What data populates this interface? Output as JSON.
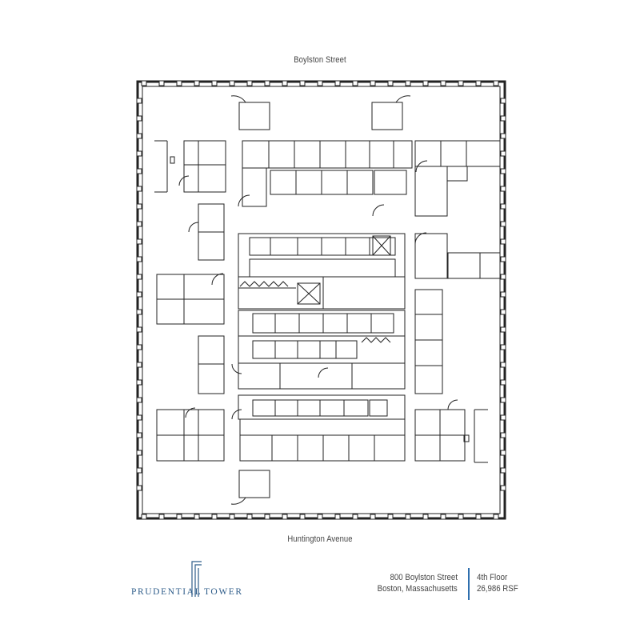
{
  "plan": {
    "street_north": "Boylston Street",
    "street_south": "Huntington Avenue"
  },
  "brand": {
    "word_1": "PRUDENTIAL",
    "word_2": "TOWER",
    "color": "#2f5d8a"
  },
  "address": {
    "line_1": "800 Boylston Street",
    "line_2": "Boston, Massachusetts"
  },
  "listing": {
    "floor": "4th Floor",
    "area": "26,986 RSF"
  },
  "accent_color": "#2f6fae"
}
